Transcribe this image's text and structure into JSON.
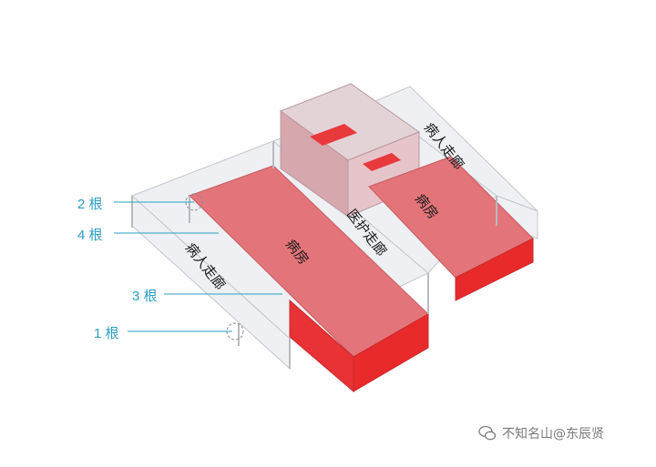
{
  "callouts": [
    {
      "id": "c2",
      "text": "2 根"
    },
    {
      "id": "c4",
      "text": "4 根"
    },
    {
      "id": "c3",
      "text": "3 根"
    },
    {
      "id": "c1",
      "text": "1 根"
    }
  ],
  "zones": {
    "corridor_patient_left": "病人走廊",
    "corridor_patient_right": "病人走廊",
    "corridor_staff": "医护走廊",
    "ward_left": "病房",
    "ward_right": "病房"
  },
  "watermark": {
    "text": "不知名山@东辰贤",
    "icon": "chat-bubbles-icon"
  },
  "colors": {
    "ward_top": "#e3757a",
    "ward_side": "#e82a2a",
    "glass": "#eef0f3",
    "line": "#c4c7cc",
    "callout": "#2a9fc4",
    "upper_block": "#d7a7ae"
  }
}
